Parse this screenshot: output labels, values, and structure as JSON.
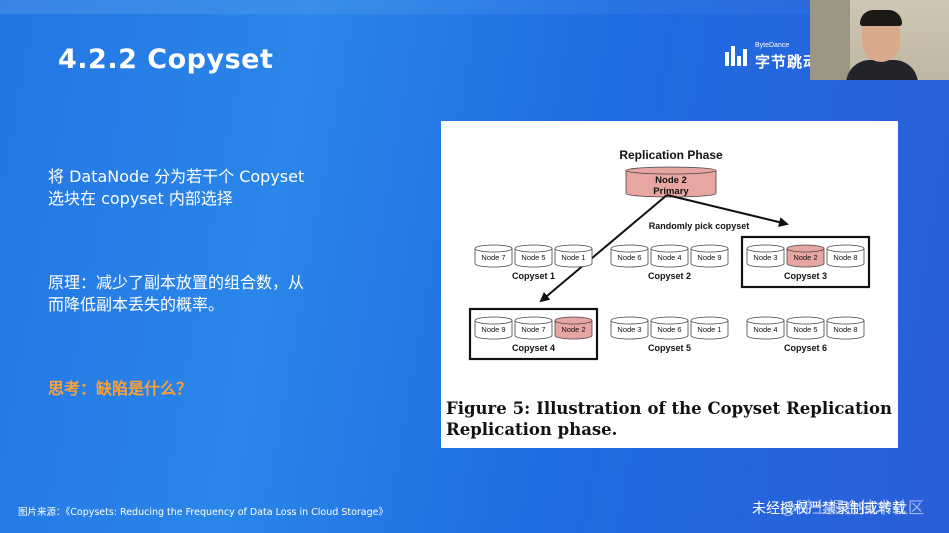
{
  "slide": {
    "title": "4.2.2 Copyset",
    "logo_small": "ByteDance",
    "logo_big": "字节跳动",
    "content1_line1": "将 DataNode 分为若干个 Copyset",
    "content1_line2": "选块在 copyset 内部选择",
    "content2_line1": "原理：减少了副本放置的组合数，从",
    "content2_line2": "而降低副本丢失的概率。",
    "content3": "思考：缺陷是什么？",
    "footer_source": "图片来源：《Copysets: Reducing the Frequency of Data Loss in Cloud Storage》",
    "footer_right": "未经授权严禁录制或转载",
    "watermark": "@稀土掘金技术社区"
  },
  "figure": {
    "phase_title": "Replication Phase",
    "primary_node": "Node 2",
    "primary_label": "Primary",
    "arrow_label": "Randomly pick copyset",
    "caption_line1": "Figure 5:  Illustration of the Copyset Replication",
    "caption_line2": "Replication phase.",
    "copysets": [
      {
        "name": "Copyset 1",
        "nodes": [
          "Node 7",
          "Node 5",
          "Node 1"
        ],
        "highlight": -1,
        "boxed": false
      },
      {
        "name": "Copyset 2",
        "nodes": [
          "Node 6",
          "Node 4",
          "Node 9"
        ],
        "highlight": -1,
        "boxed": false
      },
      {
        "name": "Copyset 3",
        "nodes": [
          "Node 3",
          "Node 2",
          "Node 8"
        ],
        "highlight": 1,
        "boxed": true
      },
      {
        "name": "Copyset 4",
        "nodes": [
          "Node 9",
          "Node 7",
          "Node 2"
        ],
        "highlight": 2,
        "boxed": true
      },
      {
        "name": "Copyset 5",
        "nodes": [
          "Node 3",
          "Node 6",
          "Node 1"
        ],
        "highlight": -1,
        "boxed": false
      },
      {
        "name": "Copyset 6",
        "nodes": [
          "Node 4",
          "Node 5",
          "Node 8"
        ],
        "highlight": -1,
        "boxed": false
      }
    ],
    "colors": {
      "highlight": "#e8a6a3",
      "node": "#ffffff",
      "stroke": "#444444"
    }
  }
}
